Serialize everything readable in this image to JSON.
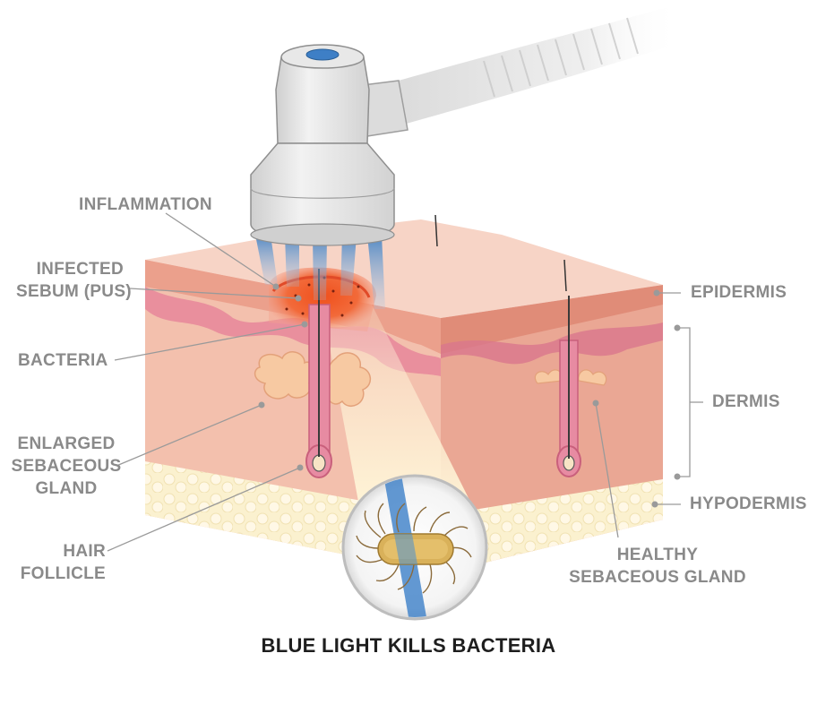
{
  "labels": {
    "inflammation": "INFLAMMATION",
    "infected_line1": "INFECTED",
    "infected_line2": "SEBUM (PUS)",
    "bacteria": "BACTERIA",
    "enlarged_line1": "ENLARGED",
    "enlarged_line2": "SEBACEOUS",
    "enlarged_line3": "GLAND",
    "hair_line1": "HAIR",
    "hair_line2": "FOLLICLE",
    "epidermis": "EPIDERMIS",
    "dermis": "DERMIS",
    "hypodermis": "HYPODERMIS",
    "healthy_line1": "HEALTHY",
    "healthy_line2": "SEBACEOUS GLAND"
  },
  "caption": "BLUE LIGHT KILLS BACTERIA",
  "colors": {
    "label_gray": "#8a8a8a",
    "blue_light": "#4a8fd0",
    "skin_pink": "#f2b8a8",
    "epidermis": "#f7cfc0",
    "hypodermis": "#fbf1cf",
    "inflammation_red": "#e8321e",
    "device_gray": "#e6e6e6"
  }
}
